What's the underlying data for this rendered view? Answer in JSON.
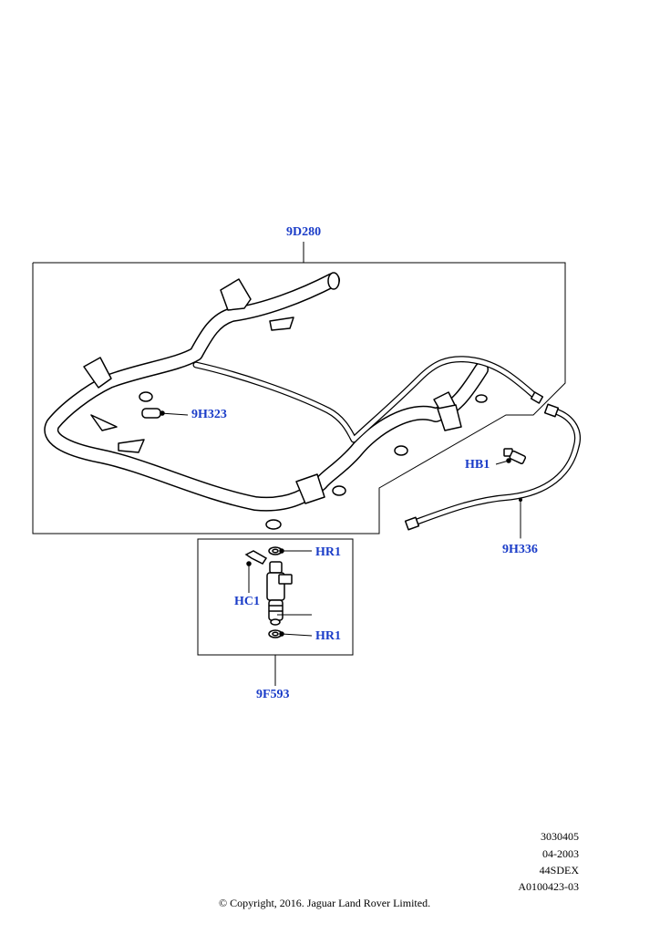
{
  "callouts": {
    "fuel_rail": "9D280",
    "plug": "9H323",
    "bolt": "HB1",
    "hose": "9H336",
    "seal_top": "HR1",
    "clip": "HC1",
    "seal_bottom": "HR1",
    "injector_kit": "9F593"
  },
  "meta": {
    "line1": "3030405",
    "line2": "04-2003",
    "line3": "44SDEX",
    "line4": "A0100423-03"
  },
  "copyright": "© Copyright, 2016. Jaguar Land Rover Limited.",
  "colors": {
    "callout": "#1a3cc8",
    "line": "#000000",
    "background": "#ffffff"
  }
}
